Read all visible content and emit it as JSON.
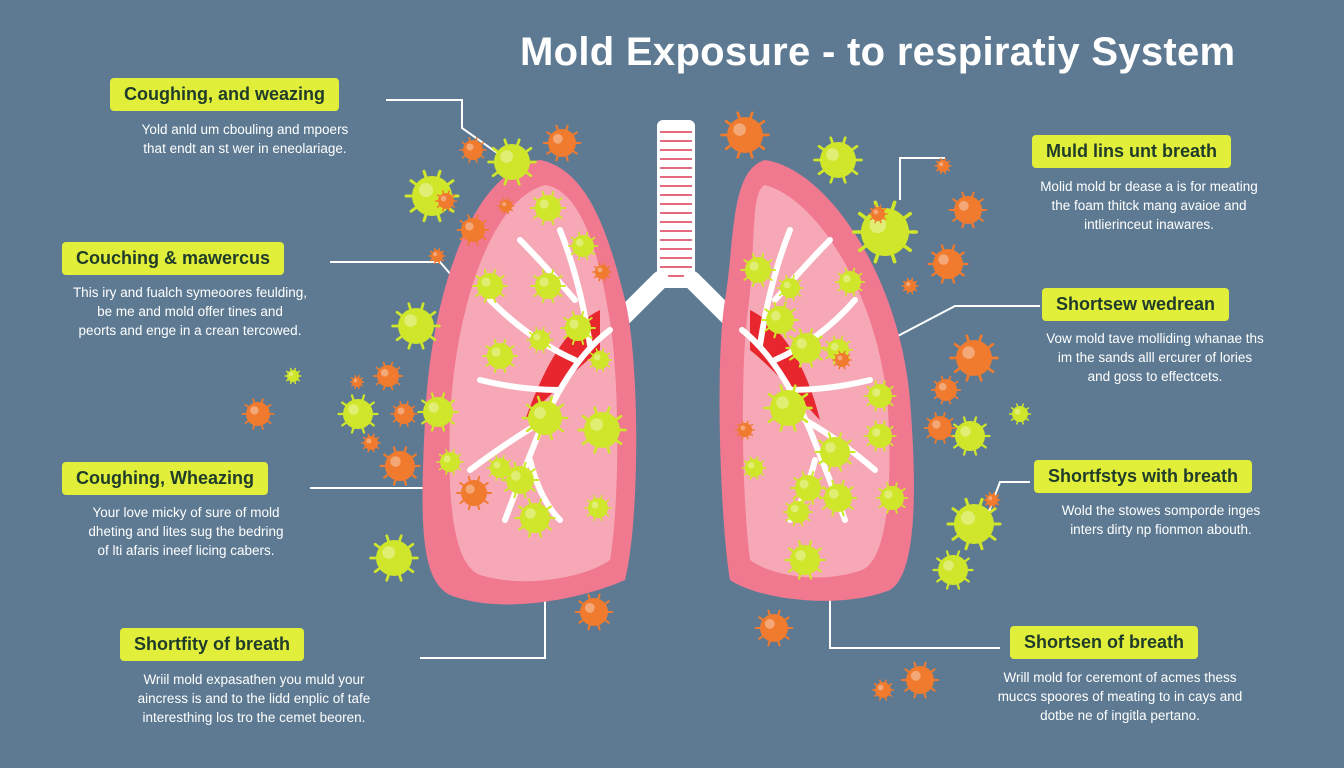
{
  "title": "Mold Exposure - to respiratiy System",
  "colors": {
    "background": "#5d7a92",
    "label_bg": "#e2ef3a",
    "lung_fill": "#f0798f",
    "lung_inner": "#f7a8b6",
    "airway": "#ffffff",
    "inflammation": "#e8262e",
    "spore_green": "#cfe62a",
    "spore_orange": "#f07a2e"
  },
  "callouts_left": [
    {
      "label": "Coughing, and weazing",
      "description": "Yold anld um cbouling and mpoers\nthat endt an st wer in eneolariage."
    },
    {
      "label": "Couching & mawercus",
      "description": "This iry and fualch symeoores feulding,\nbe me and mold offer tines and\npeorts and enge in a crean tercowed."
    },
    {
      "label": "Coughing, Wheazing",
      "description": "Your love micky of sure of mold\ndheting and lites sug the bedring\nof lti afaris ineef licing cabers."
    },
    {
      "label": "Shortfity of breath",
      "description": "Wriil mold expasathen you muld your\naincress is and to the lidd enplic of tafe\ninteresthing los tro the cemet beoren."
    }
  ],
  "callouts_right": [
    {
      "label": "Muld lins unt breath",
      "description": "Molid mold br dease a is for meating\nthe foam thitck mang avaioe and\nintlierinceut inawares."
    },
    {
      "label": "Shortsew wedrean",
      "description": "Vow mold tave molliding whanae ths\nim the sands alll ercurer of lories\nand goss to effectcets."
    },
    {
      "label": "Shortfstys with breath",
      "description": "Wold the stowes somporde inges\ninters dirty np fionmon abouth."
    },
    {
      "label": "Shortsen of breath",
      "description": "Wrill mold for ceremont of acmes thess\nmuccs spoores of meating to in cays and\ndotbe ne of ingitla pertano."
    }
  ]
}
